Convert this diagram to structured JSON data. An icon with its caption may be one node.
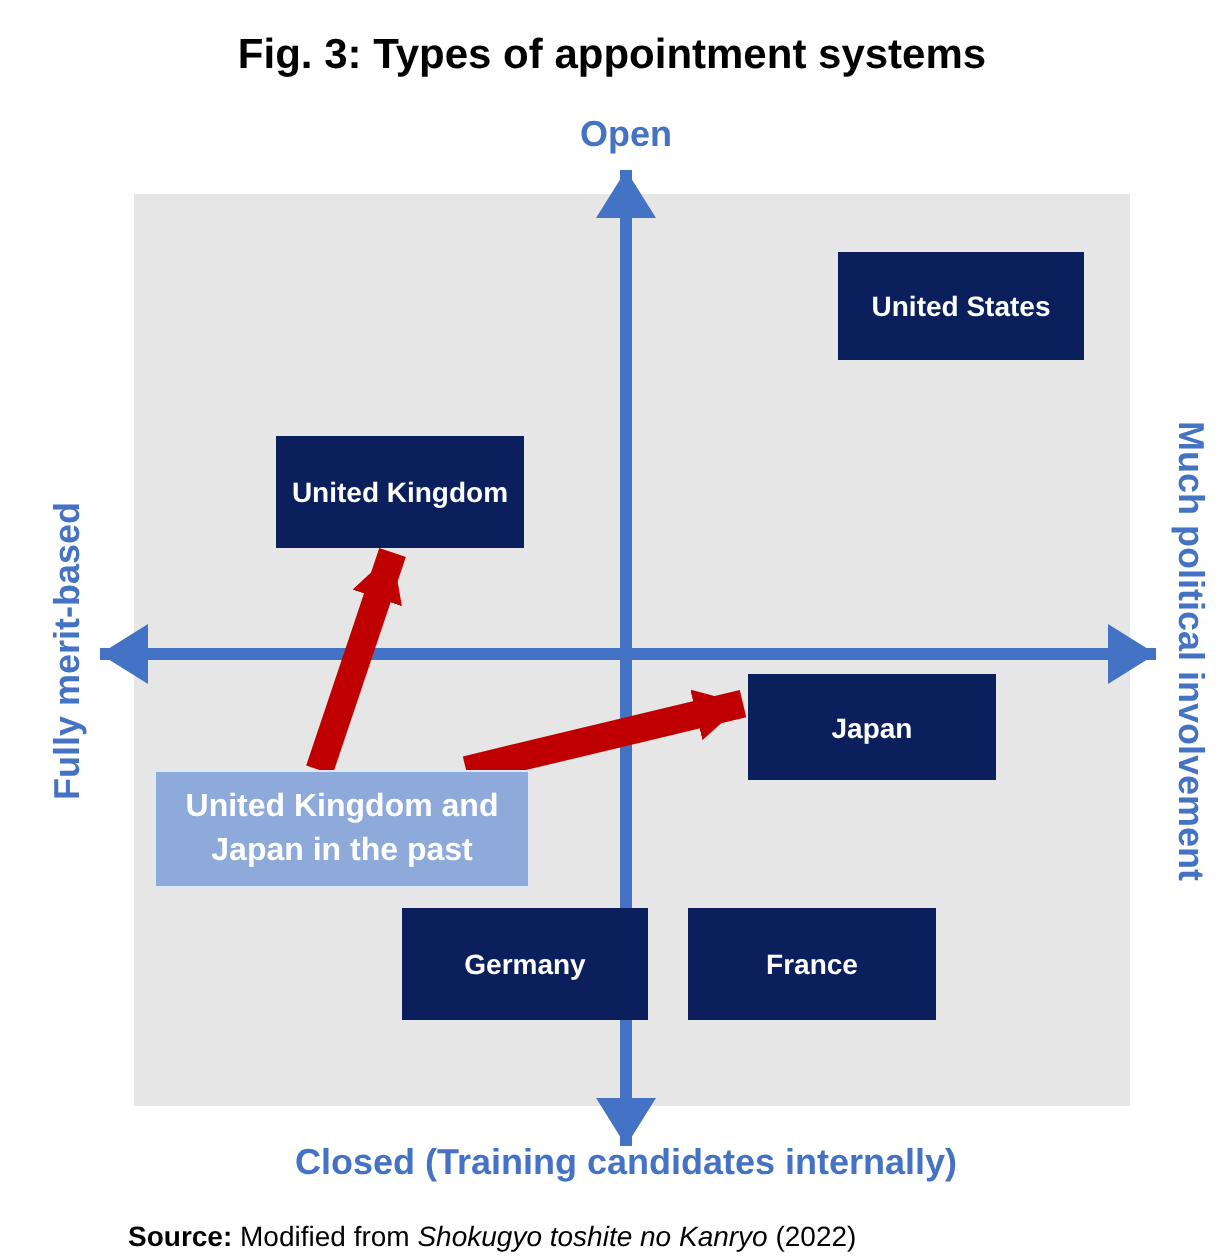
{
  "diagram": {
    "title": "Fig. 3: Types of appointment systems",
    "caption": "**Source:** Modified from *Shokugyo toshite no Kanryo* (2022)",
    "nodes": [
      {
        "text": [
          "United States"
        ]
      },
      {
        "text": [
          "United Kingdom"
        ]
      },
      {
        "text": [
          "Japan"
        ]
      },
      {
        "text": [
          "Germany"
        ]
      },
      {
        "text": [
          "France"
        ]
      },
      {
        "text": [
          "United Kingdom and Japan in the past"
        ]
      }
    ],
    "edges": [
      {
        "from": 5,
        "to": 1,
        "arrow": "to",
        "color": "#c00000"
      },
      {
        "from": 5,
        "to": 2,
        "arrow": "to",
        "color": "#c00000"
      }
    ],
    "labels": [
      "Open",
      "Closed (Training candidates internally)",
      "Fully merit-based",
      "Much political involvement"
    ]
  }
}
